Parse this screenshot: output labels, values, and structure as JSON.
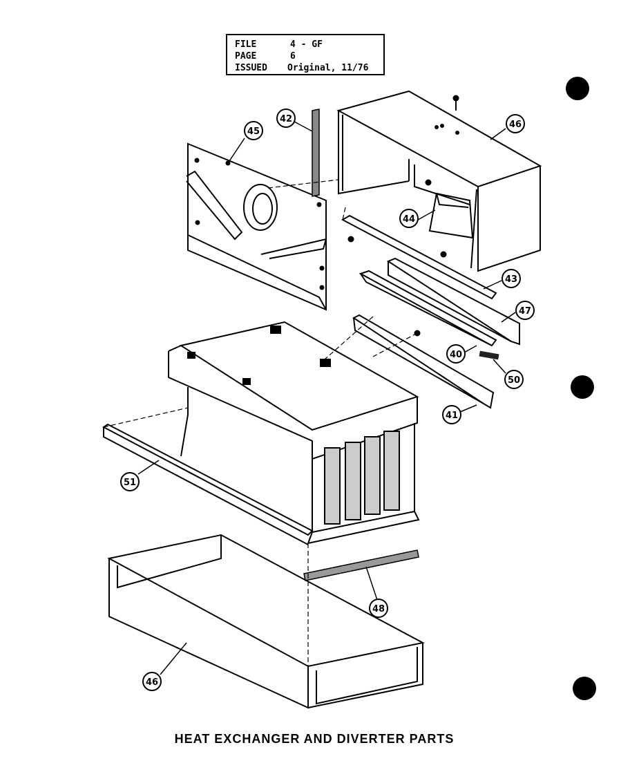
{
  "info_box": {
    "file_label": "FILE",
    "file_value": "4 - GF",
    "page_label": "PAGE",
    "page_value": "6",
    "issued_label": "ISSUED",
    "issued_value": "Original, 11/76"
  },
  "callouts": {
    "c40": "40",
    "c41": "41",
    "c42": "42",
    "c43": "43",
    "c44": "44",
    "c45": "45",
    "c46a": "46",
    "c46b": "46",
    "c47": "47",
    "c48": "48",
    "c50": "50",
    "c51": "51"
  },
  "caption": "HEAT EXCHANGER AND DIVERTER PARTS"
}
